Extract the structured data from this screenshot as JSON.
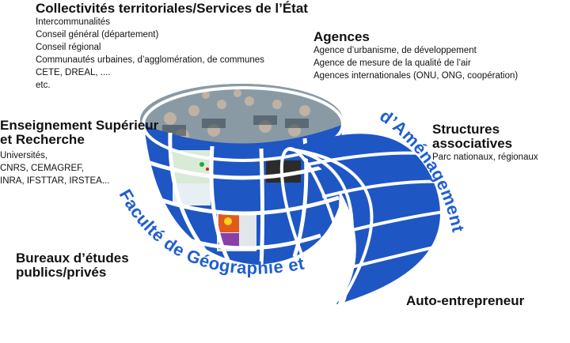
{
  "collectivites": {
    "title": "Collectivités territoriales/Services de l’État",
    "items": [
      "Intercommunalités",
      "Conseil général (département)",
      "Conseil régional",
      "Communautés urbaines, d’agglomération, de communes",
      "CETE, DREAL, ....",
      "etc."
    ]
  },
  "agences": {
    "title": "Agences",
    "items": [
      "Agence d’urbanisme, de développement",
      "Agence de mesure de la qualité de l’air",
      "Agences internationales (ONU, ONG, coopération)"
    ]
  },
  "enseignement": {
    "title_line1": "Enseignement Supérieur",
    "title_line2": "et Recherche",
    "items": [
      "Universités,",
      "CNRS, CEMAGREF,",
      "INRA, IFSTTAR, IRSTEA..."
    ]
  },
  "structures": {
    "title": "Structures associatives",
    "items": [
      "Parc nationaux, régionaux"
    ]
  },
  "bureaux": {
    "title_line1": "Bureaux d’études",
    "title_line2": "publics/privés"
  },
  "auto": {
    "title": "Auto-entrepreneur"
  },
  "arc": {
    "lower_text": "Faculté de Géographie et",
    "upper_text": "d’Aménagement"
  },
  "colors": {
    "globe_blue": "#1e56c4",
    "grid_white": "#ffffff",
    "arc_text_blue": "#1f5fd0",
    "photo_bg": "#6d7f8c"
  }
}
